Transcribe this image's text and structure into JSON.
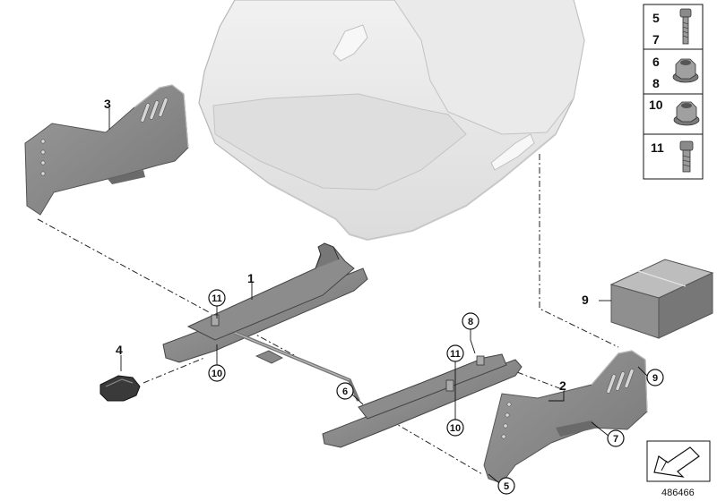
{
  "labels": {
    "part_1": "1",
    "part_2": "2",
    "part_3": "3",
    "part_4": "4",
    "part_5": "5",
    "part_6": "6",
    "part_7": "7",
    "part_8": "8",
    "part_9": "9",
    "part_10": "10",
    "part_11": "11"
  },
  "legend": [
    {
      "numbers": [
        "5",
        "7"
      ],
      "icon": "bolt-icon"
    },
    {
      "numbers": [
        "6",
        "8"
      ],
      "icon": "hex-flange-nut-icon"
    },
    {
      "numbers": [
        "10"
      ],
      "icon": "hex-flange-nut-icon"
    },
    {
      "numbers": [
        "11"
      ],
      "icon": "short-bolt-icon"
    }
  ],
  "diagram_number": "486466",
  "colors": {
    "part_gray": "#8a8a8a",
    "seat_gray": "#e4e4e4",
    "line": "#111111"
  }
}
